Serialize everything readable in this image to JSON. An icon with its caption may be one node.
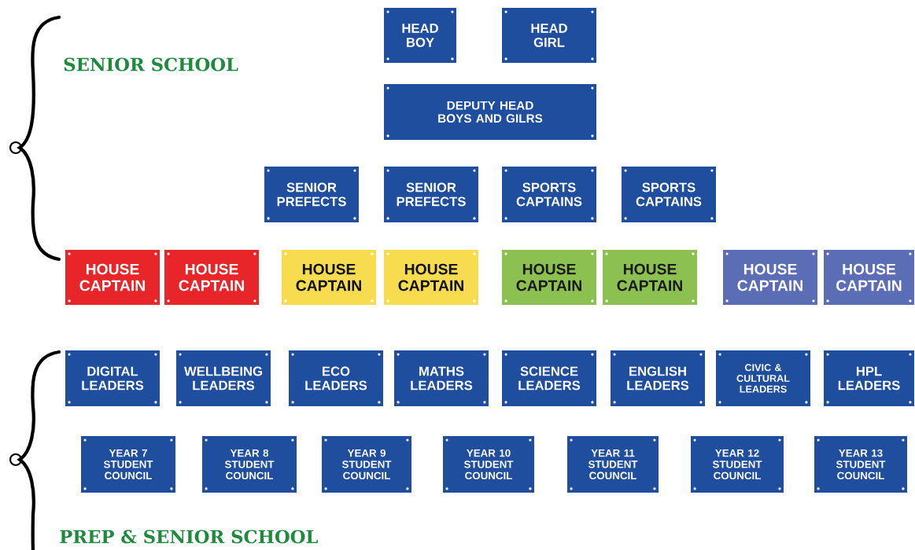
{
  "diagram": {
    "nodes": [
      {
        "text": [
          "HEAD BOY"
        ]
      },
      {
        "text": [
          "HEAD GIRL"
        ]
      },
      {
        "text": [
          "DEPUTY HEAD BOYS AND GILRS"
        ]
      },
      {
        "text": [
          "SENIOR PREFECTS"
        ]
      },
      {
        "text": [
          "SENIOR PREFECTS"
        ]
      },
      {
        "text": [
          "SPORTS CAPTAINS"
        ]
      },
      {
        "text": [
          "SPORTS CAPTAINS"
        ]
      },
      {
        "text": [
          "HOUSE CAPTAIN"
        ]
      },
      {
        "text": [
          "HOUSE CAPTAIN"
        ]
      },
      {
        "text": [
          "HOUSE CAPTAIN"
        ]
      },
      {
        "text": [
          "HOUSE CAPTAIN"
        ]
      },
      {
        "text": [
          "HOUSE CAPTAIN"
        ]
      },
      {
        "text": [
          "HOUSE CAPTAIN"
        ]
      },
      {
        "text": [
          "HOUSE CAPTAIN"
        ]
      },
      {
        "text": [
          "HOUSE CAPTAIN"
        ]
      },
      {
        "text": [
          "DIGITAL LEADERS"
        ]
      },
      {
        "text": [
          "WELLBEING LEADERS"
        ]
      },
      {
        "text": [
          "ECO LEADERS"
        ]
      },
      {
        "text": [
          "MATHS LEADERS"
        ]
      },
      {
        "text": [
          "SCIENCE LEADERS"
        ]
      },
      {
        "text": [
          "ENGLISH LEADERS"
        ]
      },
      {
        "text": [
          "CIVIC & CULTURAL LEADERS"
        ]
      },
      {
        "text": [
          "HPL LEADERS"
        ]
      },
      {
        "text": [
          "YEAR 7 STUDENT COUNCIL"
        ]
      },
      {
        "text": [
          "YEAR 8 STUDENT COUNCIL"
        ]
      },
      {
        "text": [
          "YEAR 9 STUDENT COUNCIL"
        ]
      },
      {
        "text": [
          "YEAR 10 STUDENT COUNCIL"
        ]
      },
      {
        "text": [
          "YEAR 11 STUDENT COUNCIL"
        ]
      },
      {
        "text": [
          "YEAR 12 STUDENT COUNCIL"
        ]
      },
      {
        "text": [
          "YEAR 13 STUDENT COUNCIL"
        ]
      }
    ],
    "labels": [
      "SENIOR SCHOOL",
      "PREP & SENIOR SCHOOL"
    ]
  }
}
